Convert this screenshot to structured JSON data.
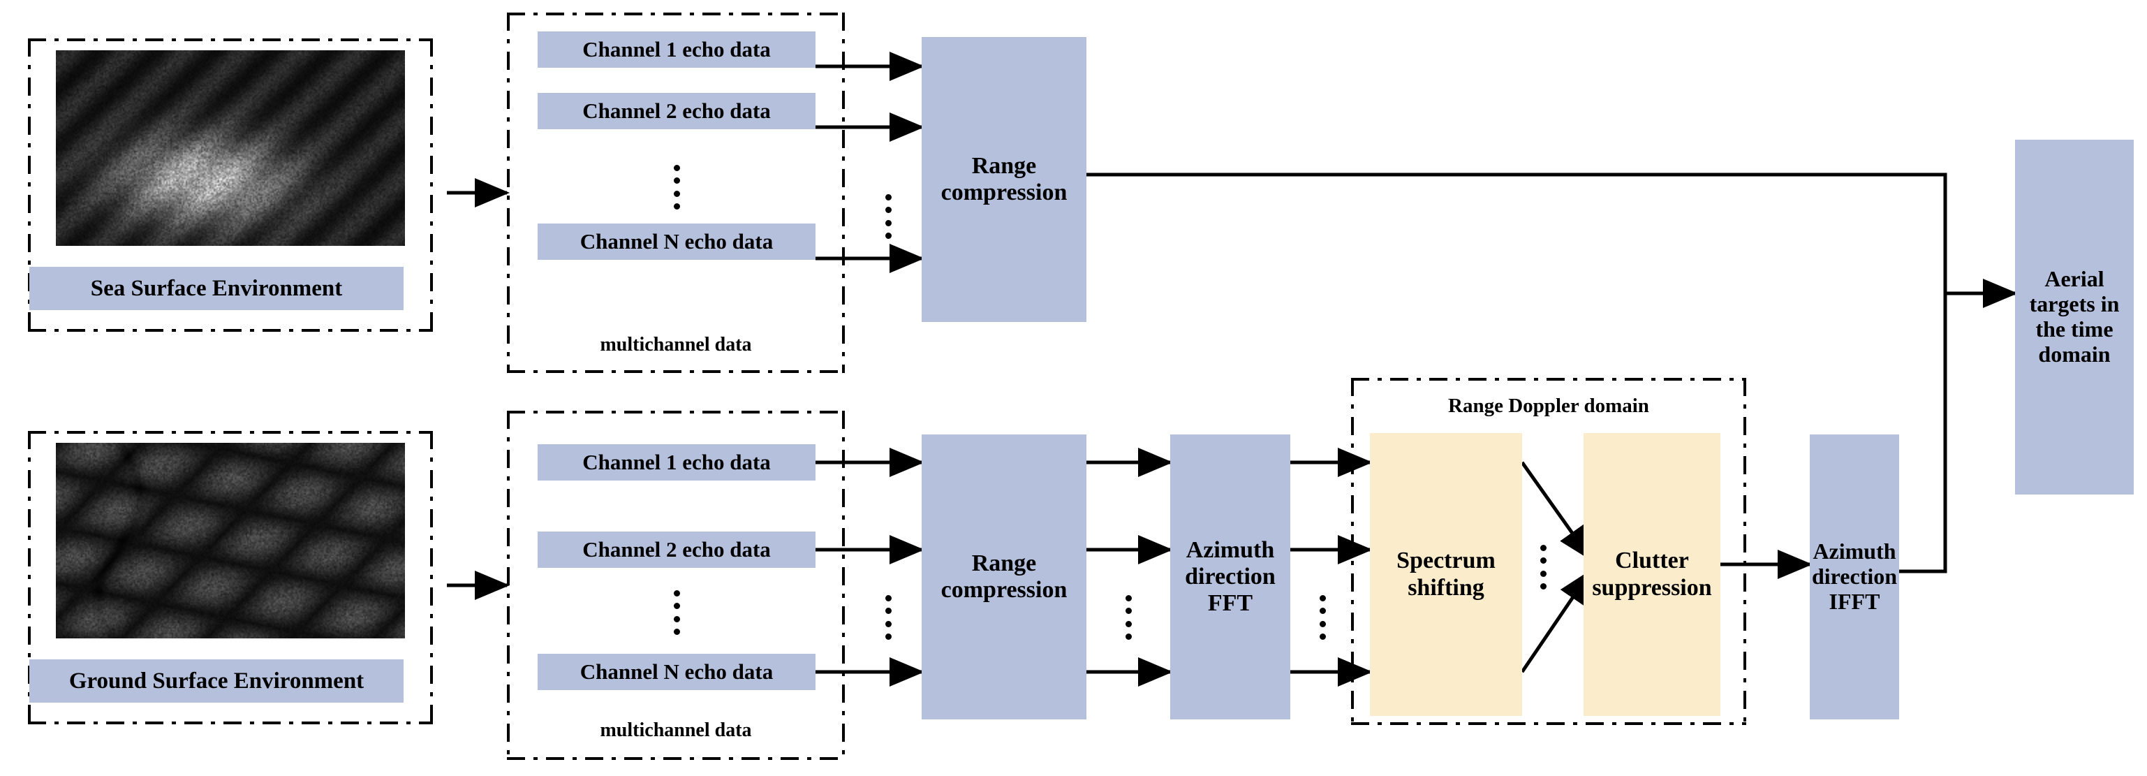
{
  "diagram": {
    "title": "Multichannel SAR aerial target clutter suppression processing flow",
    "colors": {
      "block_blue": "#b4c0dc",
      "block_yellow": "#fbeccb",
      "line": "#000000",
      "background": "#ffffff"
    }
  },
  "top_row": {
    "environment": {
      "label": "Sea Surface Environment",
      "image_caption": "sea-surface-sar-image",
      "group_name": "sea-surface-environment-group"
    },
    "multichannel": {
      "caption": "multichannel data",
      "channels": [
        "Channel 1 echo data",
        "Channel 2 echo data",
        "Channel N echo data"
      ],
      "ellipsis": "vertical-ellipsis"
    },
    "range_compression": "Range compression"
  },
  "bottom_row": {
    "environment": {
      "label": "Ground Surface Environment",
      "image_caption": "ground-surface-sar-image",
      "group_name": "ground-surface-environment-group"
    },
    "multichannel": {
      "caption": "multichannel data",
      "channels": [
        "Channel 1 echo data",
        "Channel 2 echo data",
        "Channel N echo data"
      ],
      "ellipsis": "vertical-ellipsis"
    },
    "range_compression": "Range compression",
    "azimuth_fft": "Azimuth direction FFT",
    "range_doppler": {
      "caption": "Range Doppler domain",
      "spectrum_shifting": "Spectrum shifting",
      "clutter_suppression": "Clutter suppression"
    },
    "azimuth_ifft": "Azimuth direction IFFT"
  },
  "output": {
    "label": "Aerial targets in the time domain"
  }
}
